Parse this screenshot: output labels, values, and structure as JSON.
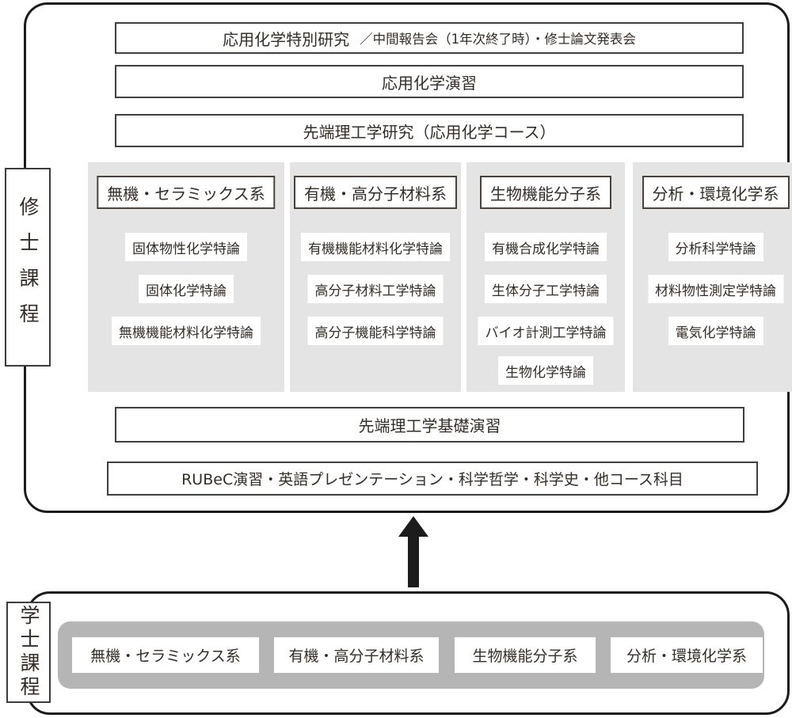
{
  "master": {
    "label": "修士課程",
    "bar1_main": "応用化学特別研究",
    "bar1_sub": "／中間報告会（1年次終了時）・修士論文発表会",
    "bar2": "応用化学演習",
    "bar3": "先端理工学研究（応用化学コース）",
    "bar4": "先端理工学基礎演習",
    "bar5": "RUBeC演習・英語プレゼンテーション・科学哲学・科学史・他コース科目",
    "columns": [
      {
        "header": "無機・セラミックス系",
        "courses": [
          "固体物性化学特論",
          "固体化学特論",
          "無機機能材料化学特論"
        ]
      },
      {
        "header": "有機・高分子材料系",
        "courses": [
          "有機機能材料化学特論",
          "高分子材料工学特論",
          "高分子機能科学特論"
        ]
      },
      {
        "header": "生物機能分子系",
        "courses": [
          "有機合成化学特論",
          "生体分子工学特論",
          "バイオ計測工学特論",
          "生物化学特論"
        ]
      },
      {
        "header": "分析・環境化学系",
        "courses": [
          "分析科学特論",
          "材料物性測定学特論",
          "電気化学特論"
        ]
      }
    ]
  },
  "bachelor": {
    "label": "学士課程",
    "tracks": [
      "無機・セラミックス系",
      "有機・高分子材料系",
      "生物機能分子系",
      "分析・環境化学系"
    ]
  },
  "colors": {
    "outer_border": "#1b1b1b",
    "bar_border": "#3f3f3f",
    "header_border": "#49423a",
    "column_bg": "#e4e4e4",
    "band_bg": "#b5b5b5",
    "arrow": "#1c1c1c",
    "text": "#332d28"
  }
}
